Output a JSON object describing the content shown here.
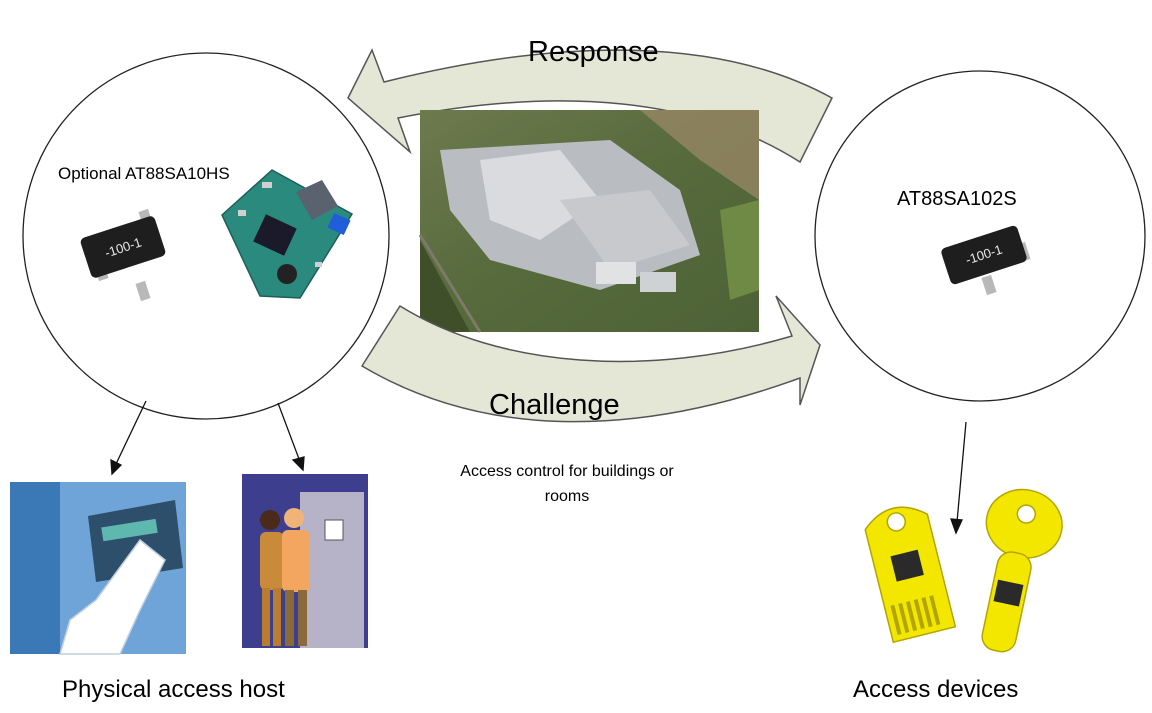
{
  "arrows": {
    "response_label": "Response",
    "challenge_label": "Challenge",
    "fill_color": "#e4e6d6",
    "stroke_color": "#555555"
  },
  "host": {
    "chip_label": "Optional AT88SA10HS",
    "title": "Physical access host",
    "board_color": "#2a8a7e"
  },
  "device": {
    "chip_label": "AT88SA102S",
    "title": "Access devices",
    "key_color": "#f3e700"
  },
  "chip_marking": "-100-1",
  "building_caption": "Access control for buildings or rooms"
}
